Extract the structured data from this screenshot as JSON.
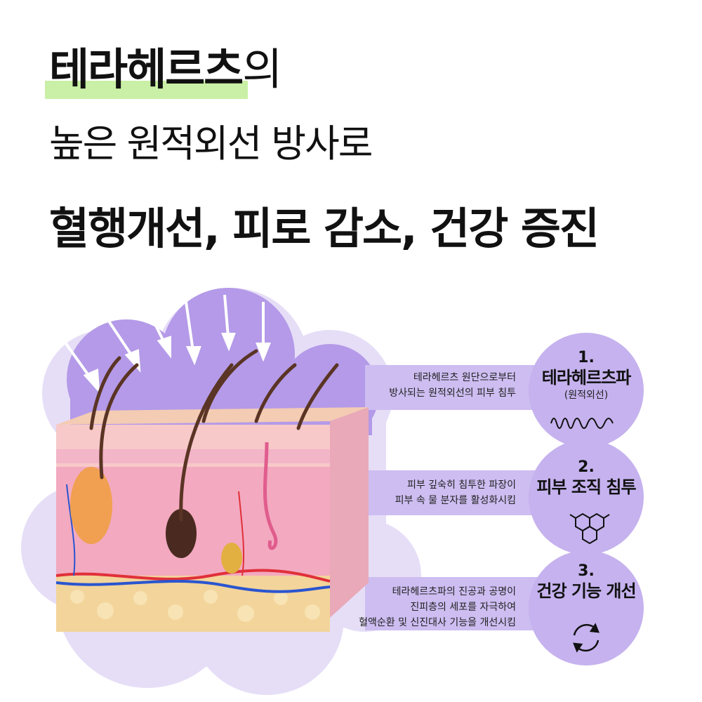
{
  "headline": {
    "line1_highlight": "테라헤르츠",
    "line1_rest": "의",
    "line2": "높은 원적외선 방사로",
    "line3": "혈행개선, 피로 감소, 건강 증진"
  },
  "steps": [
    {
      "number": "1.",
      "title": "테라헤르츠파",
      "subtitle": "(원적외선)",
      "icon": "wave-icon",
      "description": [
        "테라헤르츠 원단으로부터",
        "방사되는 원적외선의 피부 침투"
      ]
    },
    {
      "number": "2.",
      "title": "피부 조직 침투",
      "icon": "molecule-icon",
      "description": [
        "피부 깊숙히 침투한 파장이",
        "피부 속 물 분자를 활성화시킴"
      ]
    },
    {
      "number": "3.",
      "title": "건강 기능 개선",
      "icon": "cycle-icon",
      "description": [
        "테라헤르츠파의 진공과 공명이",
        "진피층의 세포를 자극하여",
        "혈액순환 및 신진대사 기능을 개선시킴"
      ]
    }
  ],
  "colors": {
    "accent_purple": "#b49ae8",
    "cloud_light": "#e4dcf6",
    "circle_purple": "#c5b2ee",
    "highlight_green": "#c9f0a6"
  }
}
